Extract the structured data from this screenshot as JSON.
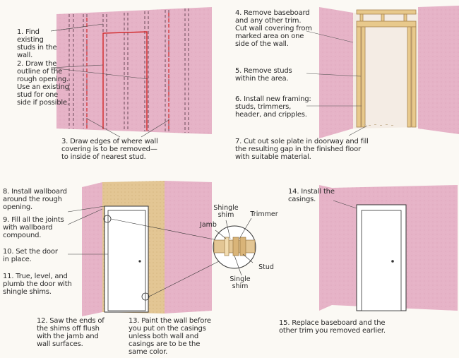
{
  "steps": {
    "s1": "1. Find existing studs in the wall.",
    "s2": "2. Draw the outline of the rough opening. Use an existing stud for one side if possible.",
    "s3": "3. Draw edges of where wall covering is to be removed— to inside of nearest stud.",
    "s4": "4. Remove baseboard and any other trim. Cut wall covering from marked area on one side of the wall.",
    "s5": "5. Remove studs within the area.",
    "s6": "6. Install new framing: studs, trimmers, header, and cripples.",
    "s7": "7. Cut out sole plate in doorway and fill the resulting gap in the finished floor with suitable material.",
    "s8": "8. Install wallboard around the rough opening.",
    "s9": "9. Fill all the joints with wallboard compound.",
    "s10": "10. Set the door in place.",
    "s11": "11. True, level, and plumb the door with shingle shims.",
    "s12": "12. Saw the ends of the shims off flush with the jamb and wall surfaces.",
    "s13": "13. Paint the wall before you put on the casings unless both wall and casings are to be the same color.",
    "s14": "14. Install the casings.",
    "s15": "15. Replace baseboard and the other trim you removed earlier."
  },
  "callouts": {
    "shingle_shim": "Shingle shim",
    "trimmer": "Trimmer",
    "jamb": "Jamb",
    "stud": "Stud",
    "single_shim": "Single shim"
  },
  "colors": {
    "wall_pink": "#e8b4c8",
    "wall_pink_dark": "#d99ab4",
    "wood": "#e8c98c",
    "red_line": "#d2282a"
  }
}
